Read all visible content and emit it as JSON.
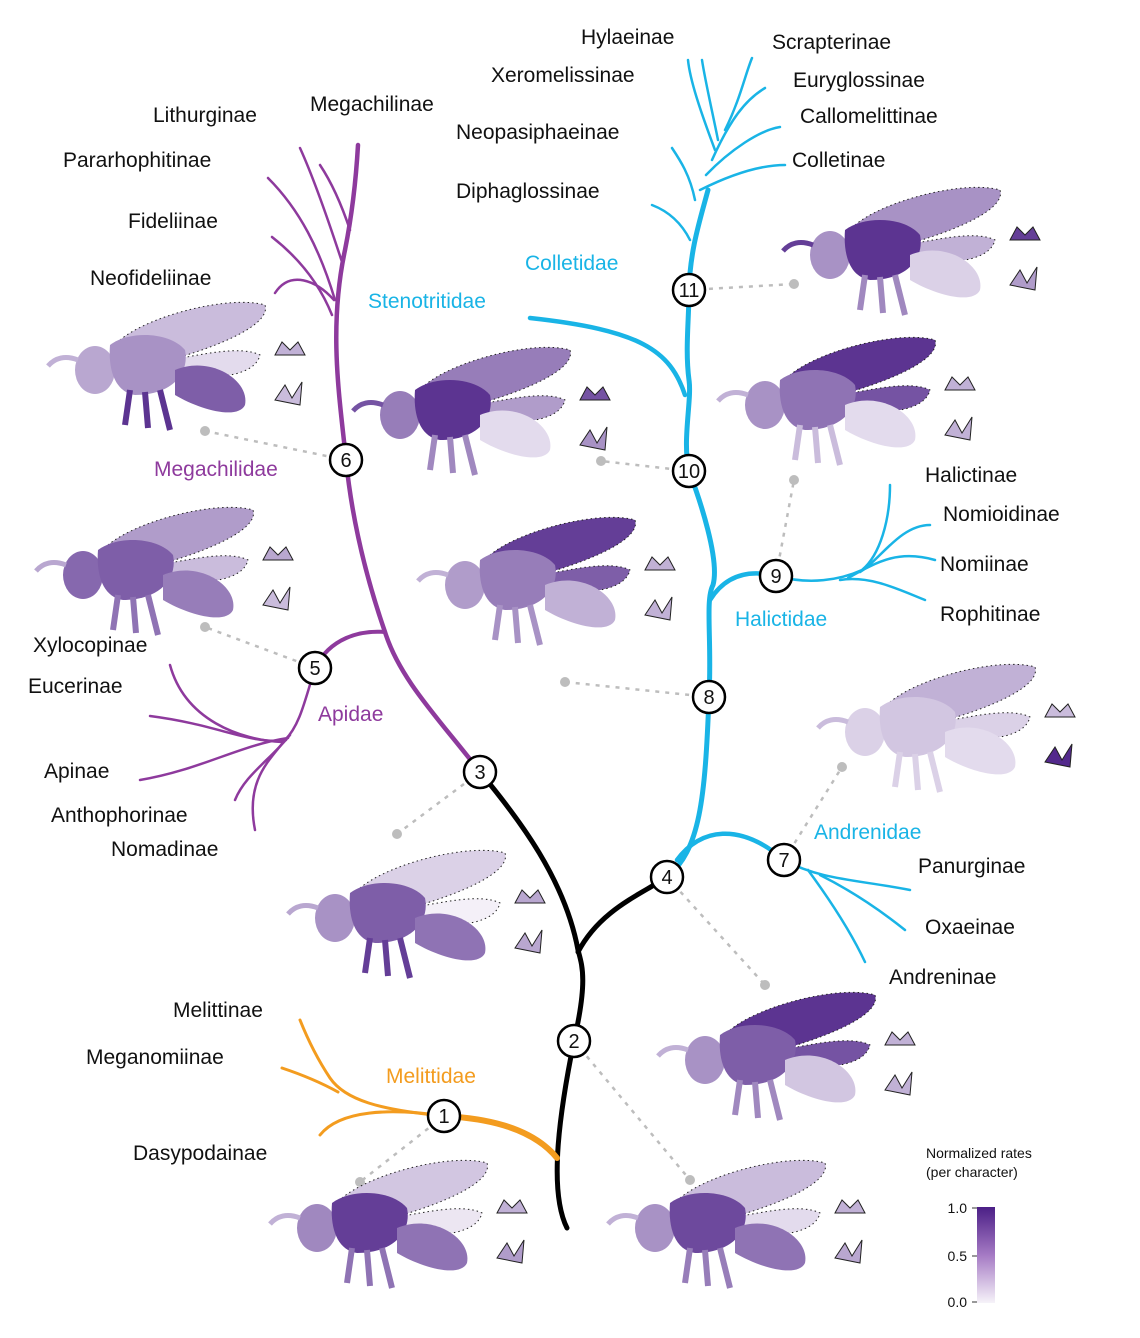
{
  "colors": {
    "stem": "#000000",
    "melittidae": "#f39c1f",
    "apidae_megachilidae": "#8e3a9d",
    "anthophila_blue": "#19b4e6",
    "connector": "#bdbdbd",
    "rate_high": "#4b1f86",
    "rate_low": "#f1eef5"
  },
  "families": {
    "melittidae": "Melittidae",
    "apidae": "Apidae",
    "megachilidae": "Megachilidae",
    "andrenidae": "Andrenidae",
    "halictidae": "Halictidae",
    "stenotritidae": "Stenotritidae",
    "colletidae": "Colletidae"
  },
  "subfamilies": {
    "melittinae": "Melittinae",
    "meganomiinae": "Meganomiinae",
    "dasypodainae": "Dasypodainae",
    "xylocopinae": "Xylocopinae",
    "eucerinae": "Eucerinae",
    "apinae": "Apinae",
    "anthophorinae": "Anthophorinae",
    "nomadinae": "Nomadinae",
    "lithurginae": "Lithurginae",
    "megachilinae": "Megachilinae",
    "pararhophitinae": "Pararhophitinae",
    "fideliinae": "Fideliinae",
    "neofideliinae": "Neofideliinae",
    "panurginae": "Panurginae",
    "oxaeinae": "Oxaeinae",
    "andreninae": "Andreninae",
    "halictinae": "Halictinae",
    "nomioidinae": "Nomioidinae",
    "nomiinae": "Nomiinae",
    "rophitinae": "Rophitinae",
    "hylaeinae": "Hylaeinae",
    "xeromelissinae": "Xeromelissinae",
    "scrapterinae": "Scrapterinae",
    "euryglossinae": "Euryglossinae",
    "callomelittinae": "Callomelittinae",
    "neopasiphaeinae": "Neopasiphaeinae",
    "colletinae": "Colletinae",
    "diphaglossinae": "Diphaglossinae"
  },
  "nodes": {
    "n1": "1",
    "n2": "2",
    "n3": "3",
    "n4": "4",
    "n5": "5",
    "n6": "6",
    "n7": "7",
    "n8": "8",
    "n9": "9",
    "n10": "10",
    "n11": "11"
  },
  "bee_rates": {
    "b1": {
      "wing": 0.2,
      "thorax": 0.85,
      "abdomen": 0.6,
      "head": 0.5,
      "legs": 0.6,
      "mouth": 0.3,
      "genitalia": 0.4
    },
    "b2": {
      "wing": 0.25,
      "thorax": 0.8,
      "abdomen": 0.6,
      "head": 0.45,
      "legs": 0.55,
      "mouth": 0.3,
      "genitalia": 0.35
    },
    "b3": {
      "wing": 0.15,
      "thorax": 0.7,
      "abdomen": 0.6,
      "head": 0.45,
      "legs": 0.85,
      "mouth": 0.35,
      "genitalia": 0.35
    },
    "b4": {
      "wing": 0.9,
      "thorax": 0.7,
      "abdomen": 0.2,
      "head": 0.45,
      "legs": 0.5,
      "mouth": 0.3,
      "genitalia": 0.3
    },
    "b5": {
      "wing": 0.4,
      "thorax": 0.7,
      "abdomen": 0.55,
      "head": 0.65,
      "legs": 0.6,
      "mouth": 0.35,
      "genitalia": 0.25
    },
    "b6": {
      "wing": 0.25,
      "thorax": 0.45,
      "abdomen": 0.7,
      "head": 0.35,
      "legs": 0.9,
      "mouth": 0.3,
      "genitalia": 0.25
    },
    "b7": {
      "wing": 0.3,
      "thorax": 0.2,
      "abdomen": 0.1,
      "head": 0.15,
      "legs": 0.15,
      "mouth": 0.25,
      "genitalia": 0.95
    },
    "b8": {
      "wing": 0.85,
      "thorax": 0.55,
      "abdomen": 0.3,
      "head": 0.4,
      "legs": 0.45,
      "mouth": 0.3,
      "genitalia": 0.3
    },
    "b9": {
      "wing": 0.9,
      "thorax": 0.6,
      "abdomen": 0.1,
      "head": 0.45,
      "legs": 0.25,
      "mouth": 0.3,
      "genitalia": 0.3
    },
    "b10": {
      "wing": 0.55,
      "thorax": 0.9,
      "abdomen": 0.1,
      "head": 0.55,
      "legs": 0.5,
      "mouth": 0.75,
      "genitalia": 0.45
    },
    "b11": {
      "wing": 0.45,
      "thorax": 0.9,
      "abdomen": 0.15,
      "head": 0.45,
      "legs": 0.5,
      "mouth": 0.85,
      "genitalia": 0.4
    }
  },
  "legend": {
    "title_line1": "Normalized rates",
    "title_line2": "(per character)",
    "ticks": [
      "1.0",
      "0.5",
      "0.0"
    ]
  }
}
